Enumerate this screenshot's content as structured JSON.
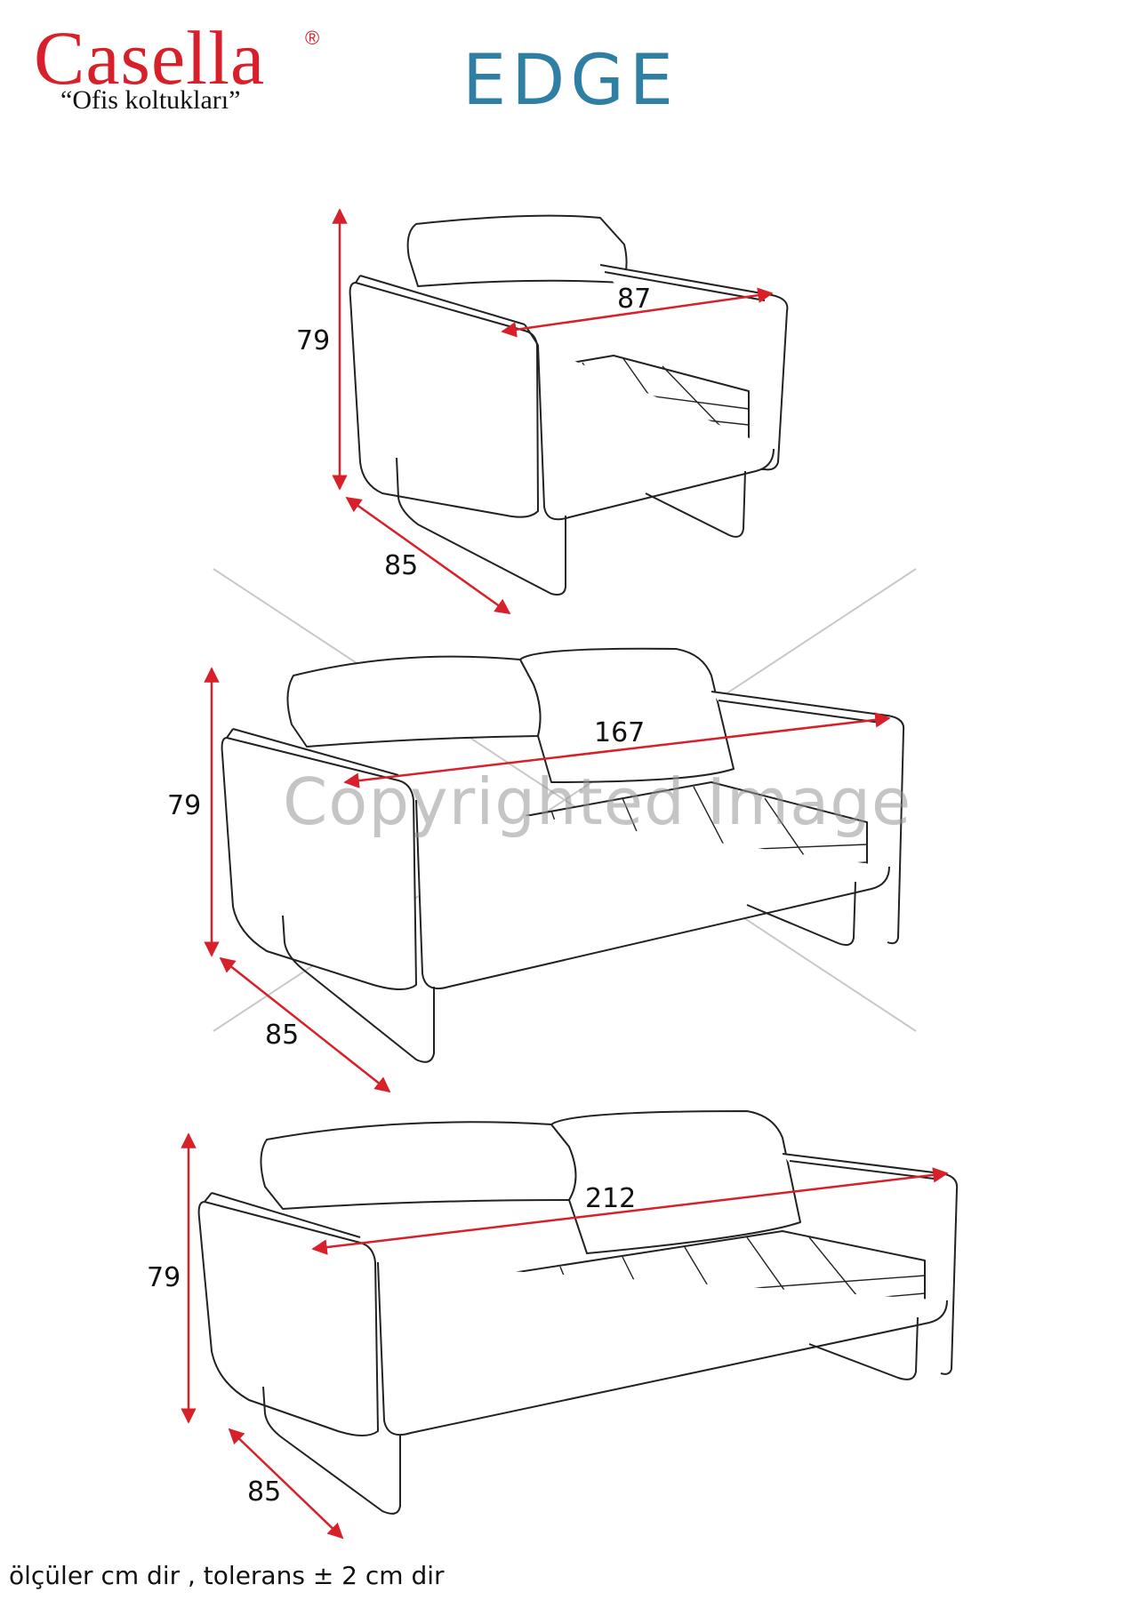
{
  "brand": {
    "name": "Casella",
    "registered_mark": "®",
    "tagline": "“Ofis koltukları”",
    "color": "#d8202a"
  },
  "product": {
    "name": "EDGE",
    "color": "#2f7ea3"
  },
  "arrow_color": "#d8202a",
  "items": [
    {
      "id": "armchair",
      "height": "79",
      "depth": "85",
      "width": "87"
    },
    {
      "id": "two-seater",
      "height": "79",
      "depth": "85",
      "width": "167"
    },
    {
      "id": "three-seater",
      "height": "79",
      "depth": "85",
      "width": "212"
    }
  ],
  "watermark": "Copyrighted Image",
  "footnote": "ölçüler cm dir , tolerans ± 2 cm dir"
}
